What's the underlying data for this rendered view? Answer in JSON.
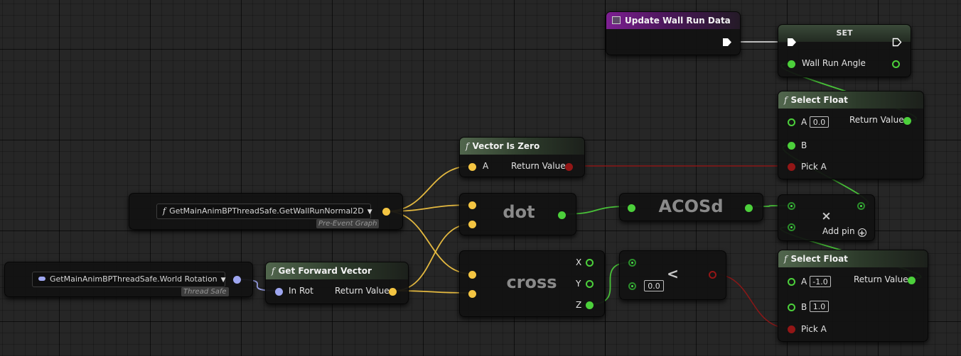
{
  "colors": {
    "exec": "#ffffff",
    "float": "#4cd03b",
    "vector": "#f4c542",
    "bool": "#931616",
    "rotator": "#9ea6f0"
  },
  "nodes": {
    "update_wall_run_data": {
      "title": "Update Wall Run Data",
      "icon": "event-icon"
    },
    "set": {
      "title": "SET",
      "wall_run_angle": "Wall Run Angle"
    },
    "select_float_top": {
      "title": "Select Float",
      "a_label": "A",
      "a_value": "0.0",
      "b_label": "B",
      "pick_a_label": "Pick A",
      "return_label": "Return Value"
    },
    "vector_is_zero": {
      "title": "Vector Is Zero",
      "a_label": "A",
      "return_label": "Return Value"
    },
    "get_wall_run_normal": {
      "value": "GetMainAnimBPThreadSafe.GetWallRunNormal2D",
      "tag": "Pre-Event Graph"
    },
    "dot": {
      "title": "dot"
    },
    "acosd": {
      "title": "ACOSd"
    },
    "multiply": {
      "symbol": "×",
      "add_pin_label": "Add pin",
      "add_pin_icon": "+"
    },
    "world_rotation": {
      "value": "GetMainAnimBPThreadSafe.World Rotation",
      "tag": "Thread Safe"
    },
    "get_forward_vector": {
      "title": "Get Forward Vector",
      "in_label": "In Rot",
      "return_label": "Return Value"
    },
    "cross": {
      "title": "cross",
      "x_label": "X",
      "y_label": "Y",
      "z_label": "Z"
    },
    "less": {
      "symbol": "<",
      "b_value": "0.0"
    },
    "select_float_bottom": {
      "title": "Select Float",
      "a_label": "A",
      "a_value": "-1.0",
      "b_label": "B",
      "b_value": "1.0",
      "pick_a_label": "Pick A",
      "return_label": "Return Value"
    }
  }
}
